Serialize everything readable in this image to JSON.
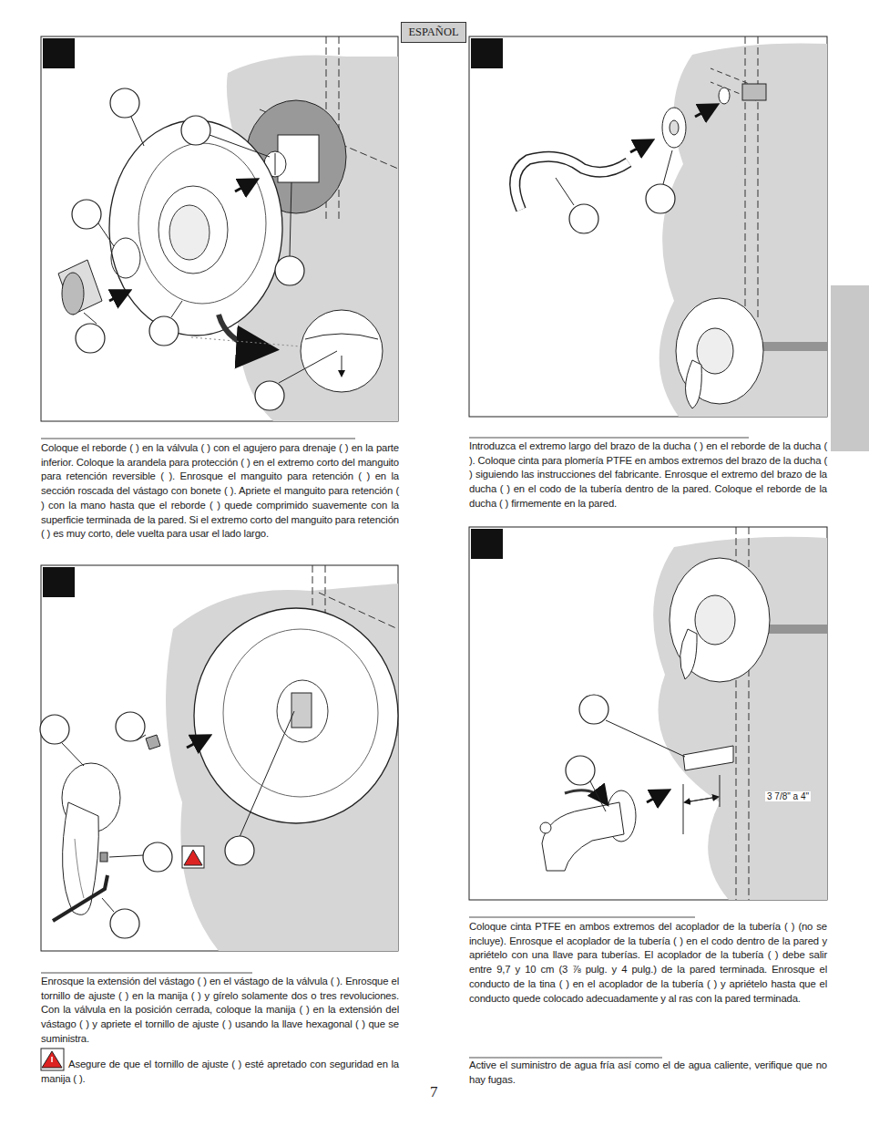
{
  "diagram": {
    "nodes": [
      {
        "text": [
          "ESPAÑOL"
        ]
      }
    ],
    "edges": [],
    "labels": [
      "Coloque el reborde ( ) en la válvula ( ) con el agujero para drenaje ( ) en la parte inferior. Coloque la arandela para protección ( ) en el extremo corto del manguito para retención reversible ( ). Enrosque el manguito para retención ( ) en la sección roscada del vástago con bonete ( ). Apriete el manguito para retención ( ) con la mano hasta que el reborde ( ) quede comprimido suavemente con la superficie terminada de la pared. Si el extremo corto del manguito para retención ( ) es muy corto, dele vuelta para usar el lado largo.",
      "Enrosque la extensión del vástago ( ) en el vástago de la válvula ( ). Enrosque el tornillo de ajuste ( ) en la manija ( ) y gírelo solamente dos o tres revoluciones. Con la válvula en la posición cerrada, coloque la manija ( ) en la extensión del vástago ( ) y apriete el tornillo de ajuste ( ) usando la llave hexagonal ( ) que se suministra.",
      "Asegure de que el tornillo de ajuste ( ) esté apretado con seguridad en la manija ( ).",
      "Introduzca el extremo largo del brazo de la ducha ( ) en el reborde de la ducha ( ). Coloque cinta para plomería PTFE en ambos extremos del brazo de la ducha ( ) siguiendo las instrucciones del fabricante. Enrosque el extremo del brazo de la ducha ( ) en el codo de la tubería dentro de la pared. Coloque el reborde de la ducha ( ) firmemente en la pared.",
      "Coloque cinta PTFE en ambos extremos del acoplador de la tubería ( ) (no se incluye). Enrosque el acoplador de la tubería ( ) en el codo dentro de la pared y apriételo con una llave para tuberías. El acoplador de la tubería ( ) debe salir entre 9,7 y 10 cm (3 ⅞ pulg. y 4 pulg.) de la pared terminada. Enrosque el conducto de la tina ( ) en el acoplador de la tubería ( ) y apriételo hasta que el conducto quede colocado adecuadamente y al ras con la pared terminada.",
      "Active el suministro de agua fría así como el de agua caliente, verifique que no hay fugas.",
      "3 7/8\" a 4\"",
      "7"
    ]
  }
}
